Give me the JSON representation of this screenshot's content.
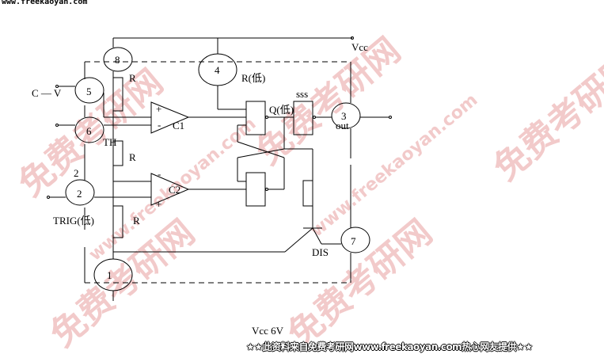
{
  "header_url": "www.freekaoyan.com",
  "watermark": {
    "chinese": "免费考研网",
    "url": "www.freekaoyan.com"
  },
  "labels": {
    "vcc": "Vcc",
    "cv": "C — V",
    "r1": "R",
    "r2": "R",
    "r3": "R",
    "r_low": "R(低)",
    "q_low": "Q(低)",
    "sss": "sss",
    "out": "out",
    "c1": "C1",
    "c2": "C2",
    "plus": "+",
    "minus": "-",
    "th": "TH",
    "trig_num": "2",
    "trig": "TRIG(低)",
    "dis": "DIS",
    "vcc_6v": "Vcc  6V"
  },
  "pins": {
    "p8": "8",
    "p4": "4",
    "p5": "5",
    "p6": "6",
    "p2": "2",
    "p1": "1",
    "p3": "3",
    "p7": "7"
  },
  "footer": "★★此资料来自免费考研网www.freekaoyan.com热心网友提供★★"
}
